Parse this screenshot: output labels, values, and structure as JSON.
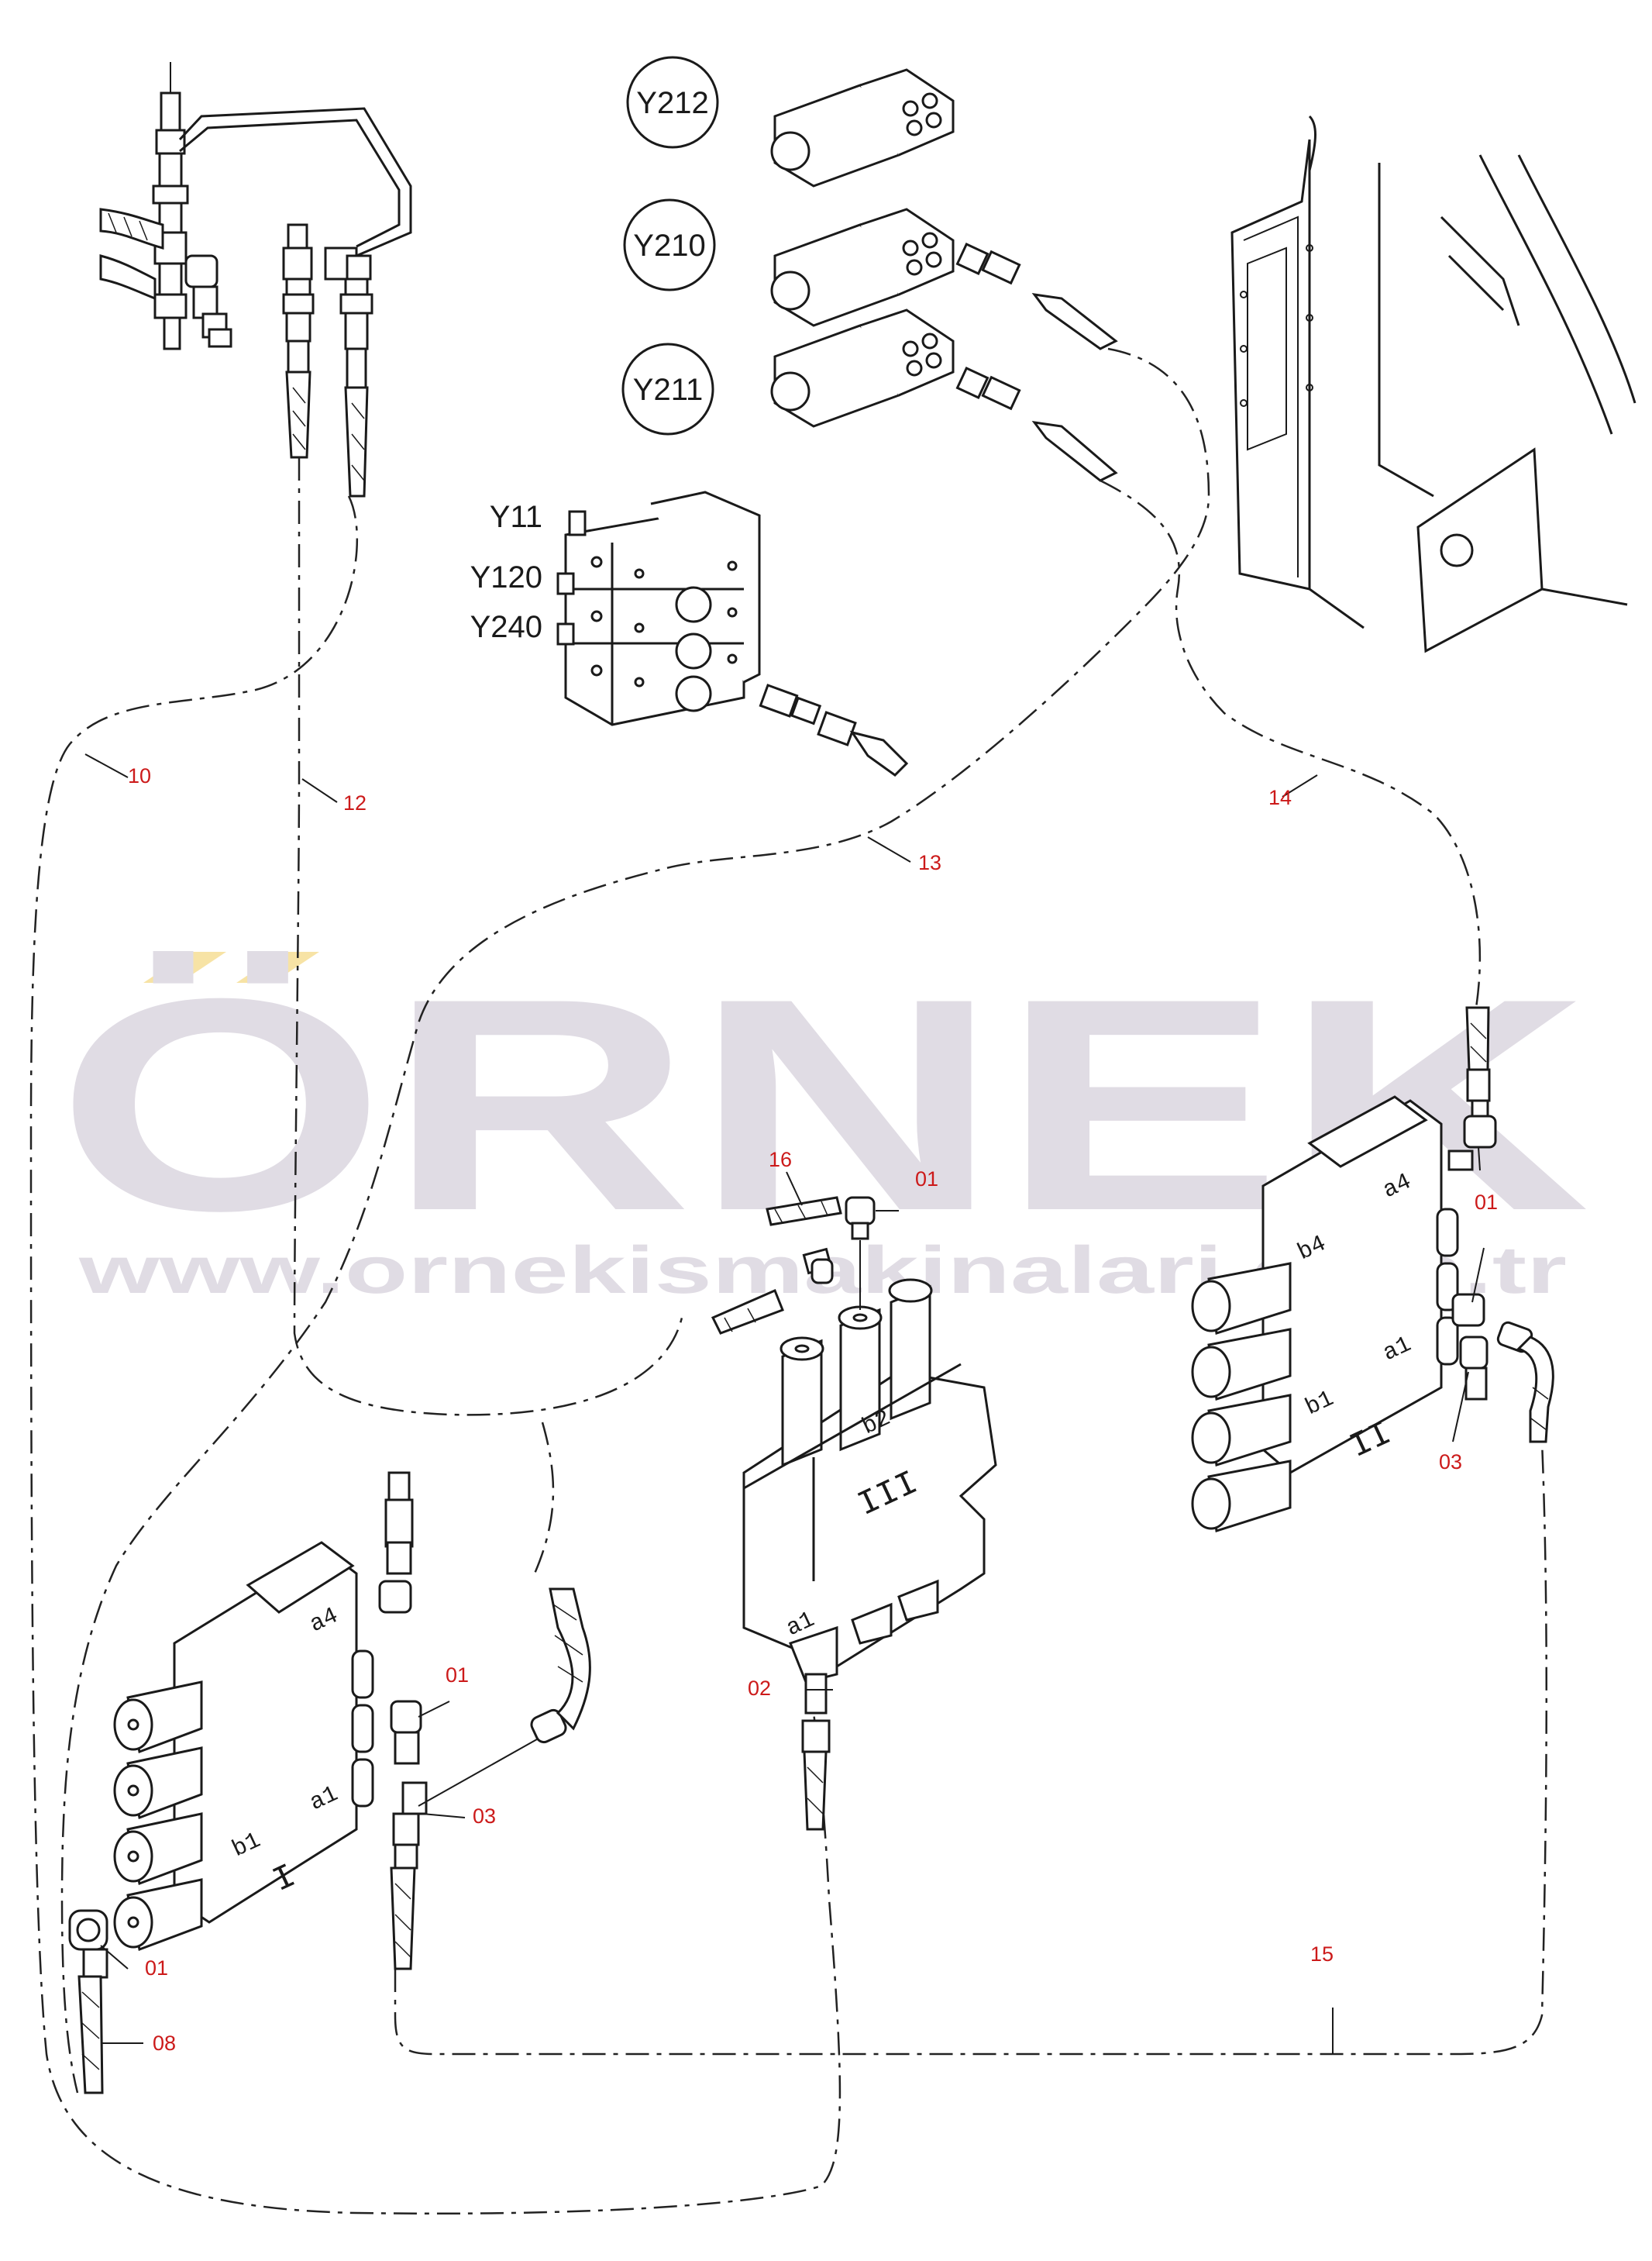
{
  "watermark": {
    "brand": "ÖRNEK",
    "url": "www.ornekismakinalari.com.tr",
    "brand_color": "#e0dce4",
    "accent_color": "#f7e3a5"
  },
  "valve_labels": {
    "y212": "Y212",
    "y210": "Y210",
    "y211": "Y211",
    "y11": "Y11",
    "y120": "Y120",
    "y240": "Y240"
  },
  "line_labels": {
    "l10": "10",
    "l12": "12",
    "l13": "13",
    "l14": "14",
    "l15": "15",
    "l16": "16",
    "l08": "08"
  },
  "fitting_labels": {
    "f01_top": "01",
    "f01_right": "01",
    "f01_left": "01",
    "f01_bottom": "01",
    "f02": "02",
    "f03_left": "03",
    "f03_right": "03"
  },
  "block_labels": {
    "block1": {
      "name": "I",
      "ports": [
        "a4",
        "a1",
        "b1"
      ]
    },
    "block2": {
      "name": "II",
      "ports": [
        "a4",
        "b4",
        "a1",
        "b1"
      ]
    },
    "block3": {
      "name": "III",
      "ports": [
        "b2",
        "a1"
      ]
    }
  },
  "colors": {
    "line": "#1a1a1a",
    "callout": "#cc1a1a"
  }
}
